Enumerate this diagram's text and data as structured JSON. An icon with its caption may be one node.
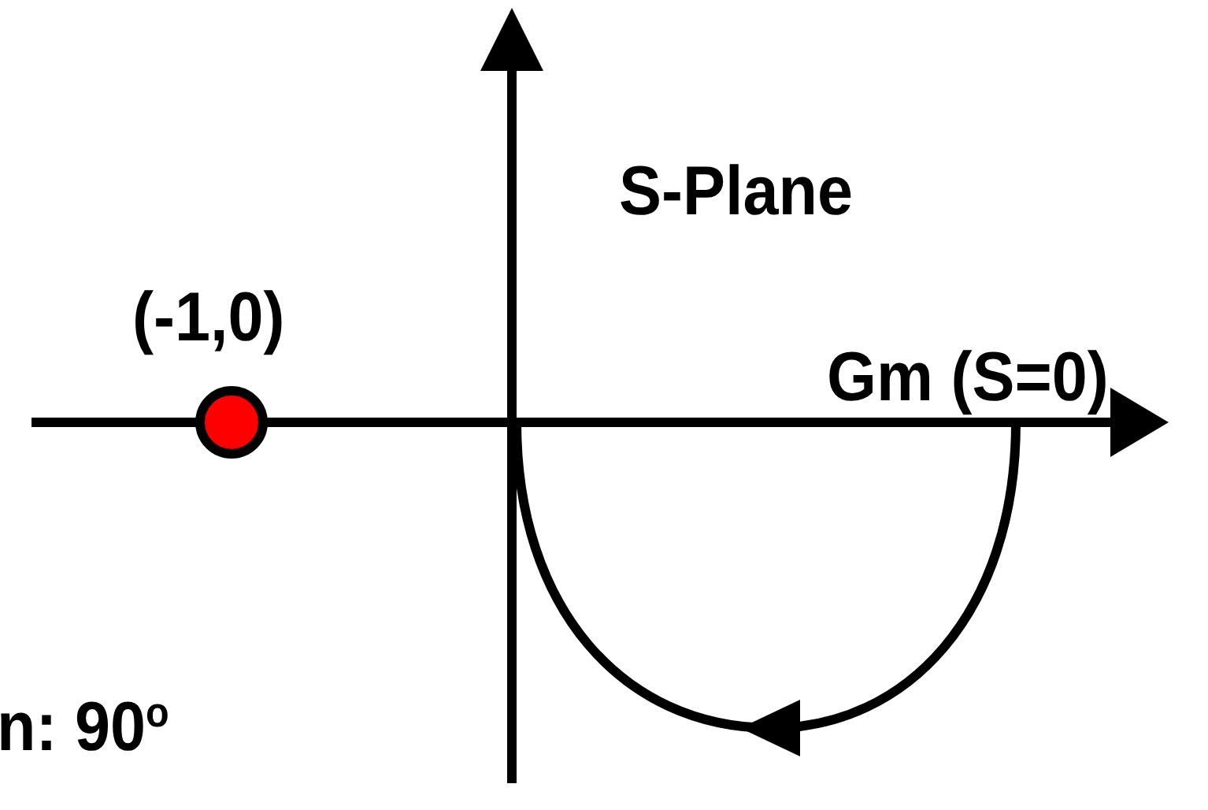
{
  "diagram": {
    "labels": [
      "S-Plane",
      "(-1,0)",
      "Gm (S=0)",
      "n: 90$^{o}$"
    ]
  }
}
